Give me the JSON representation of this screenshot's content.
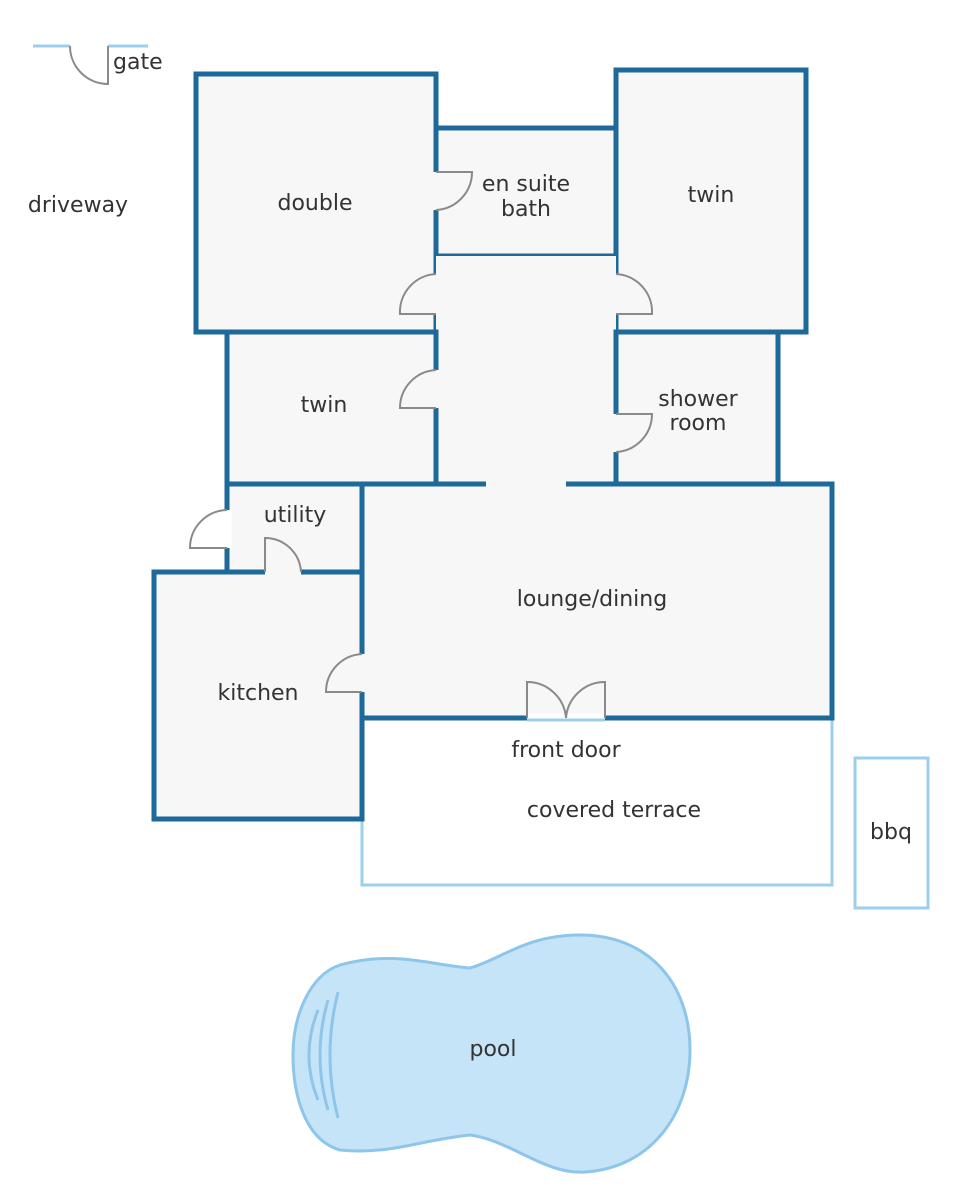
{
  "labels": {
    "gate": "gate",
    "driveway": "driveway",
    "double": "double",
    "en_suite_1": "en suite",
    "en_suite_2": "bath",
    "twin_top": "twin",
    "twin_mid": "twin",
    "shower_1": "shower",
    "shower_2": "room",
    "utility": "utility",
    "lounge": "lounge/dining",
    "kitchen": "kitchen",
    "front_door": "front door",
    "terrace": "covered terrace",
    "bbq": "bbq",
    "pool": "pool"
  },
  "colors": {
    "wall": "#1d6a9a",
    "room_fill": "#f7f7f8",
    "outdoor_line": "#9ccfec",
    "pool_fill": "#c5e4f8",
    "pool_edge": "#8dc6ea",
    "door": "#8a8a8a",
    "text": "#333333"
  }
}
